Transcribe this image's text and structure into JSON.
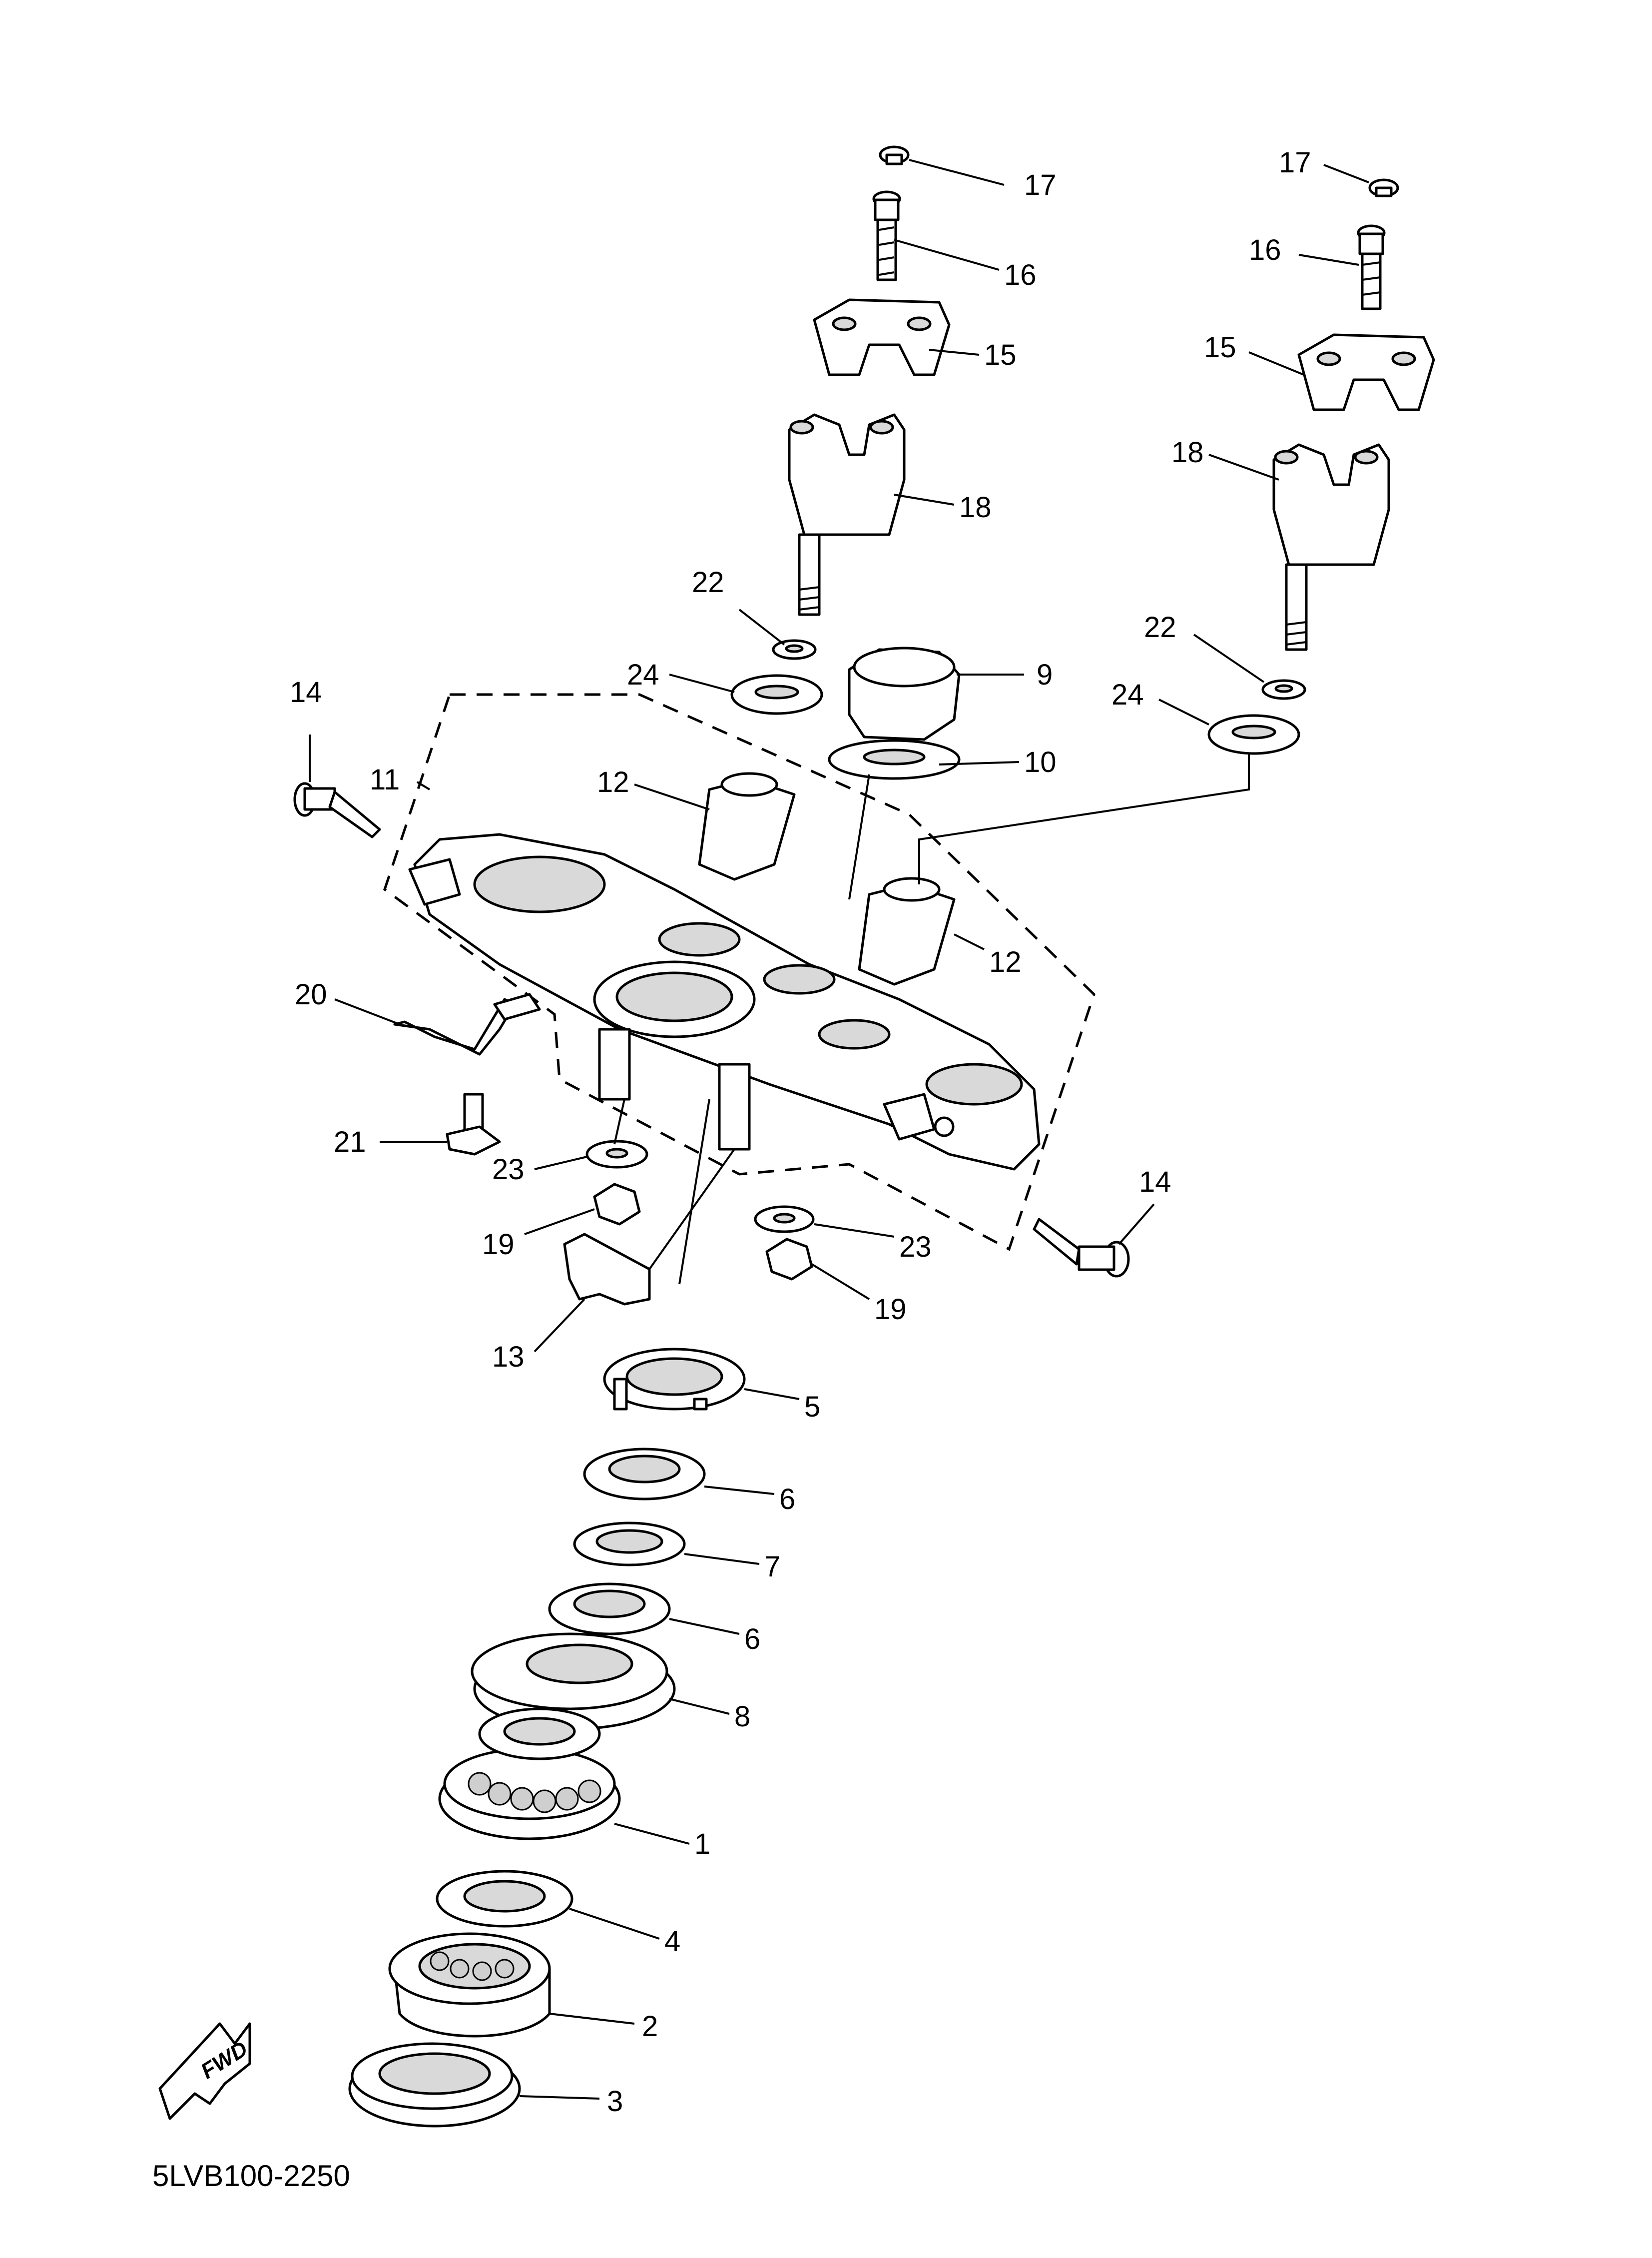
{
  "diagram_code": "5LVB100-2250",
  "direction_badge": "FWD",
  "callouts": [
    "17",
    "16",
    "15",
    "18",
    "22",
    "24",
    "9",
    "10",
    "14",
    "11",
    "12",
    "12",
    "20",
    "21",
    "23",
    "19",
    "13",
    "23",
    "19",
    "14",
    "5",
    "6",
    "7",
    "6",
    "8",
    "1",
    "4",
    "2",
    "3",
    "17",
    "16",
    "15",
    "18",
    "22",
    "24"
  ]
}
